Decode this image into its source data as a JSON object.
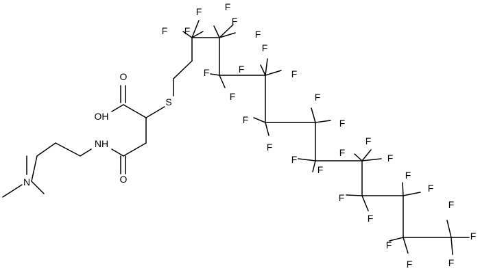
{
  "molecule": {
    "atom_labels": {
      "oh": "OH",
      "acid_o": "O",
      "amide_o": "O",
      "s": "S",
      "nh": "NH",
      "n": "N",
      "f": "F"
    },
    "colors": {
      "ink": "#000000",
      "background": "#ffffff"
    }
  }
}
